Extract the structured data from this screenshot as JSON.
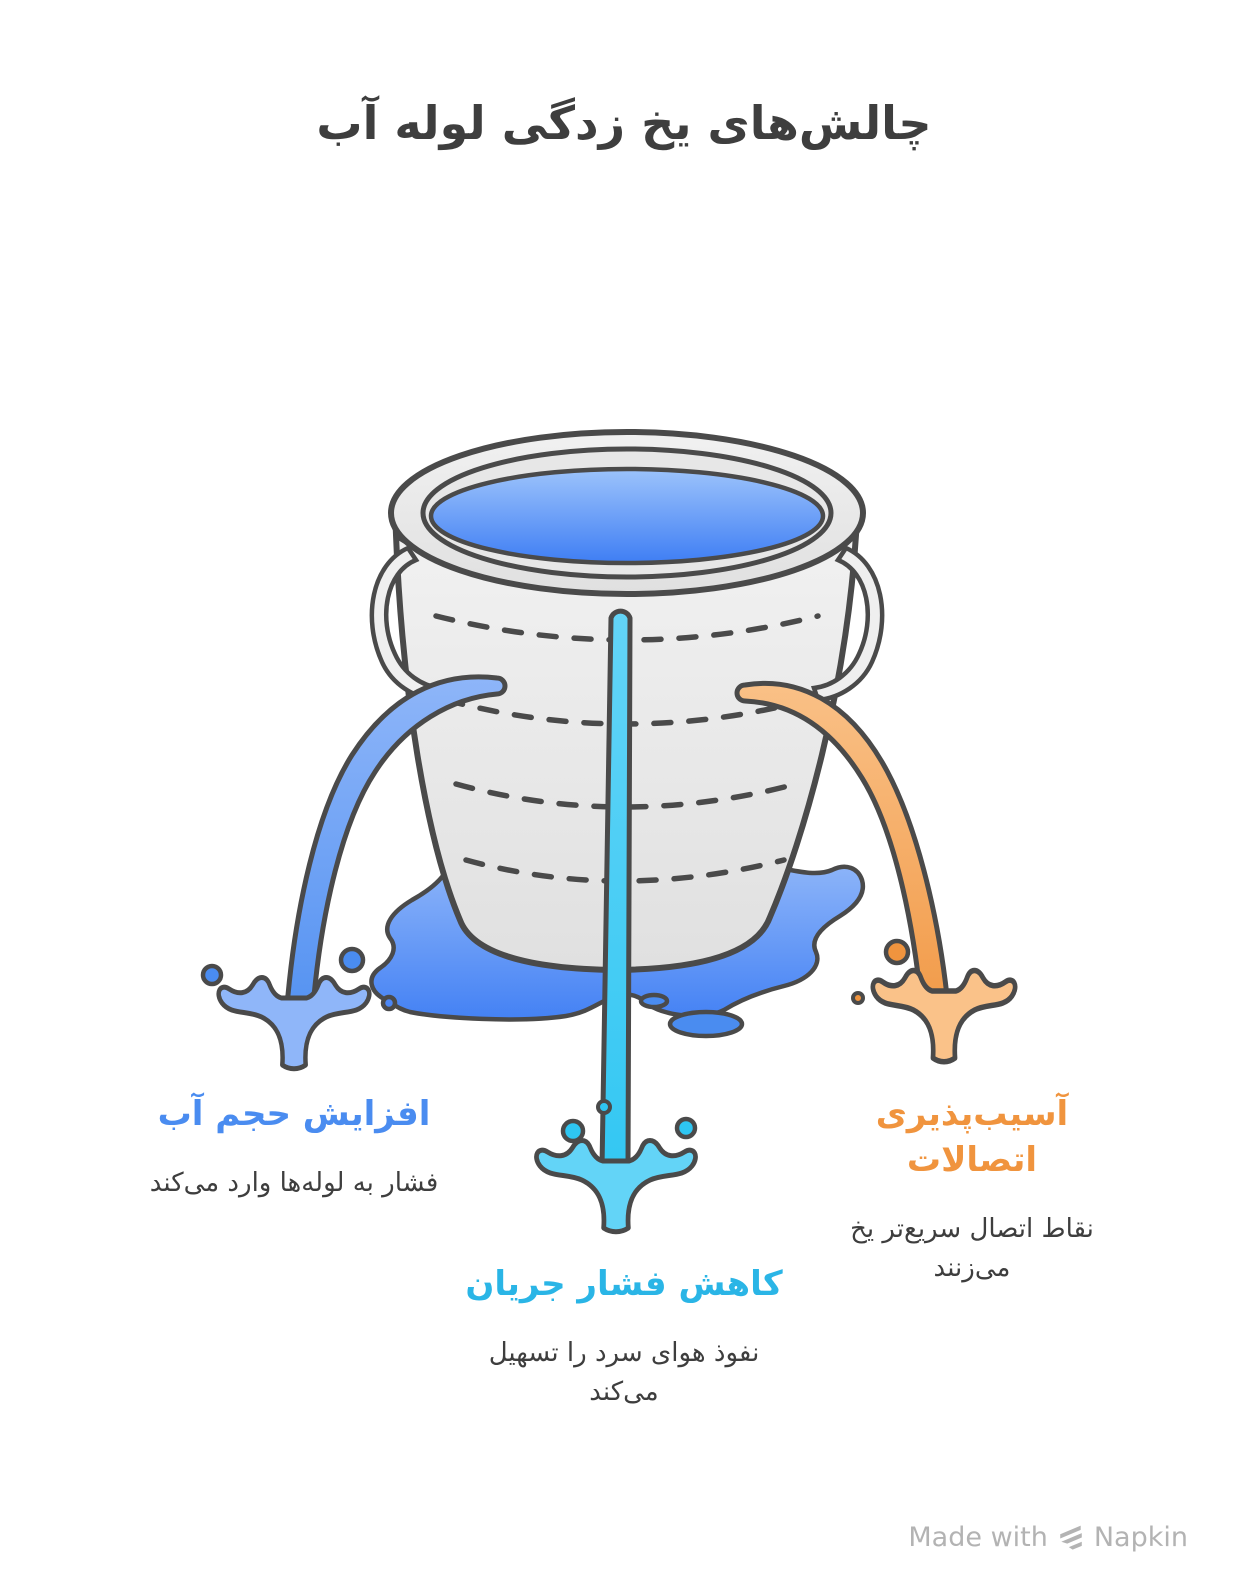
{
  "page": {
    "title": "چالش‌های یخ زدگی لوله آب"
  },
  "theme": {
    "bg": "#FFFFFF",
    "ink": "#4A4A4A",
    "text": "#3E3E3E",
    "blue": "#4A8CF0",
    "blue-light": "#8FB6F9",
    "cyan": "#2AB5E6",
    "cyan-bright": "#2EC6F2",
    "cyan-light": "#63D4F7",
    "orange": "#F0943E",
    "orange-light": "#FAC289",
    "water-light": "#9CC3FB",
    "water-deep": "#3F7EF4",
    "bucket-light": "#F1F1F1",
    "bucket-dark": "#E0E0E0",
    "footer-gray": "#B3B3B3"
  },
  "items": [
    {
      "id": "water-volume",
      "title": "افزایش حجم آب",
      "description": "فشار به لوله‌ها وارد می‌کند",
      "color": "#4A8CF0"
    },
    {
      "id": "flow-pressure",
      "title": "کاهش فشار جریان",
      "description": "نفوذ هوای سرد را تسهیل می‌کند",
      "color": "#2AB5E6"
    },
    {
      "id": "joint-vulnerability",
      "title": "آسیب‌پذیری اتصالات",
      "description": "نقاط اتصال سریع‌تر یخ می‌زنند",
      "color": "#F0943E"
    }
  ],
  "footer": {
    "made_with": "Made with",
    "brand": "Napkin",
    "icon": "napkin-logo-icon"
  }
}
